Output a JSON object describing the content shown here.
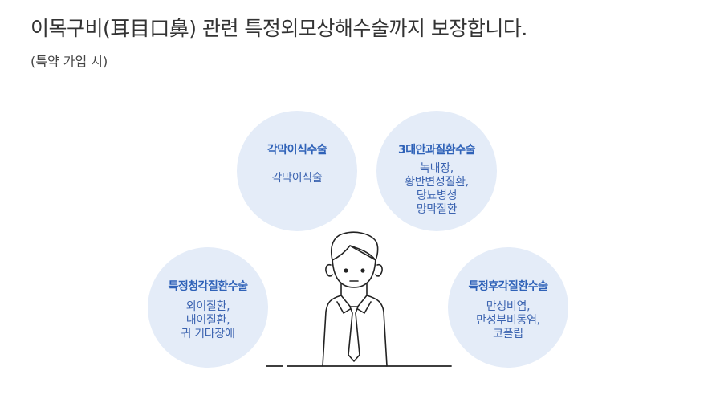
{
  "header": {
    "title": "이목구비(耳目口鼻) 관련 특정외모상해수술까지 보장합니다.",
    "note": "(특약 가입 시)"
  },
  "coverage_circles": [
    {
      "title": "각막이식수술",
      "lines": [
        "각막이식술"
      ]
    },
    {
      "title": "3대안과질환수술",
      "lines": [
        "녹내장,",
        "황반변성질환,",
        "당뇨병성",
        "망막질환"
      ]
    },
    {
      "title": "특정청각질환수술",
      "lines": [
        "외이질환,",
        "내이질환,",
        "귀 기타장애"
      ]
    },
    {
      "title": "특정후각질환수술",
      "lines": [
        "만성비염,",
        "만성부비동염,",
        "코폴립"
      ]
    }
  ],
  "illustration": {
    "icon": "businessman-with-tie-icon",
    "accent": "#e4ecf8",
    "text_color": "#2f62b8"
  }
}
